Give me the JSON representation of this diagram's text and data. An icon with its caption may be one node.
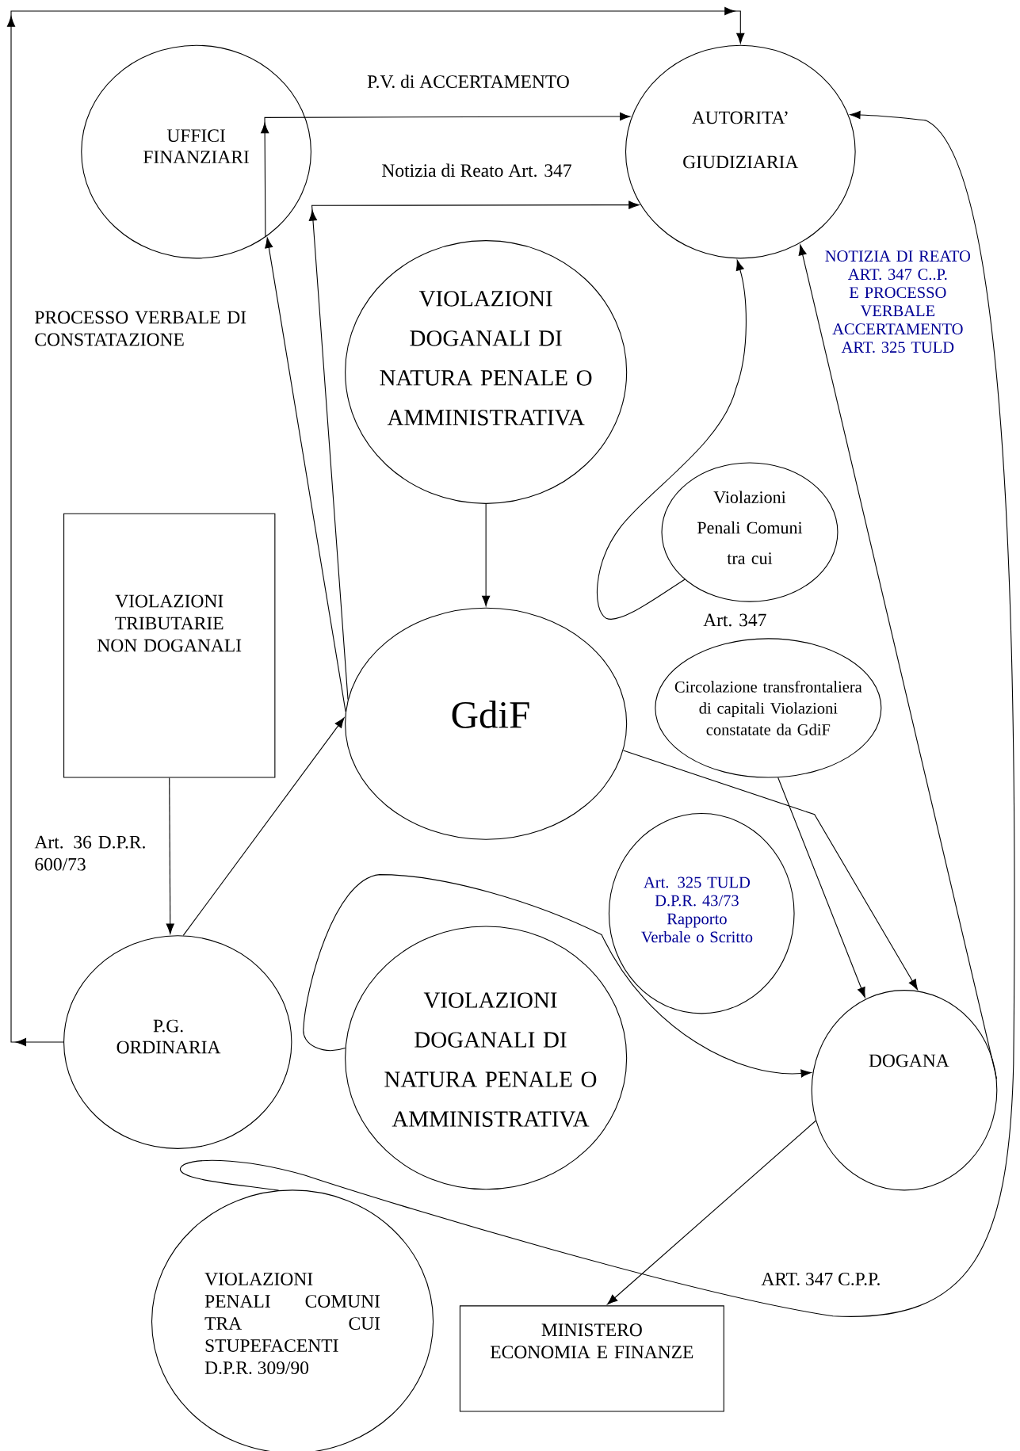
{
  "diagram": {
    "nodes": [
      {
        "text": [
          "UFFICI FINANZIARI"
        ]
      },
      {
        "text": [
          "AUTORITA’ GIUDIZIARIA"
        ]
      },
      {
        "text": [
          "VIOLAZIONI DOGANALI DI NATURA PENALE O AMMINISTRATIVA"
        ]
      },
      {
        "text": [
          "Violazioni Penali Comuni tra cui"
        ]
      },
      {
        "text": [
          "VIOLAZIONI TRIBUTARIE NON DOGANALI"
        ]
      },
      {
        "text": [
          "GdiF"
        ]
      },
      {
        "text": [
          "Circolazione transfrontaliera di capitali Violazioni constatate da GdiF"
        ]
      },
      {
        "text": [
          "Art. 325 TULD D.P.R. 43/73 Rapporto Verbale o Scritto"
        ]
      },
      {
        "text": [
          "P.G. ORDINARIA"
        ]
      },
      {
        "text": [
          "VIOLAZIONI DOGANALI DI NATURA PENALE O AMMINISTRATIVA"
        ]
      },
      {
        "text": [
          "DOGANA"
        ]
      },
      {
        "text": [
          "VIOLAZIONI PENALI COMUNI TRA CUI STUPEFACENTI D.P.R. 309/90"
        ]
      },
      {
        "text": [
          "MINISTERO ECONOMIA E FINANZE"
        ]
      }
    ],
    "edges": [
      {
        "from": 8,
        "to": 1,
        "arrow": "to"
      },
      {
        "from": 5,
        "to": 0,
        "arrow": "to"
      },
      {
        "from": 0,
        "to": 1,
        "arrow": "to"
      },
      {
        "from": 5,
        "to": 1,
        "arrow": "to"
      },
      {
        "from": 8,
        "to": 5,
        "arrow": "to"
      },
      {
        "from": 4,
        "to": 8,
        "arrow": "to"
      },
      {
        "from": 2,
        "to": 5,
        "arrow": "to"
      },
      {
        "from": 3,
        "to": 1,
        "arrow": "to"
      },
      {
        "from": 6,
        "to": 10,
        "arrow": "to"
      },
      {
        "from": 5,
        "to": 10,
        "arrow": "to"
      },
      {
        "from": 10,
        "to": 1,
        "arrow": "to"
      },
      {
        "from": 9,
        "to": 10,
        "arrow": "to"
      },
      {
        "from": 10,
        "to": 12,
        "arrow": "to"
      },
      {
        "from": 11,
        "to": 1,
        "arrow": "to"
      }
    ],
    "labels": [
      "P.V. di ACCERTAMENTO",
      "Notizia di Reato Art. 347",
      "PROCESSO VERBALE DI CONSTATAZIONE",
      "NOTIZIA DI REATO ART. 347 C..P. E PROCESSO VERBALE ACCERTAMENTO ART. 325 TULD",
      "Art. 347",
      "Art. 36 D.P.R. 600/73",
      "ART. 347 C.P.P."
    ]
  }
}
